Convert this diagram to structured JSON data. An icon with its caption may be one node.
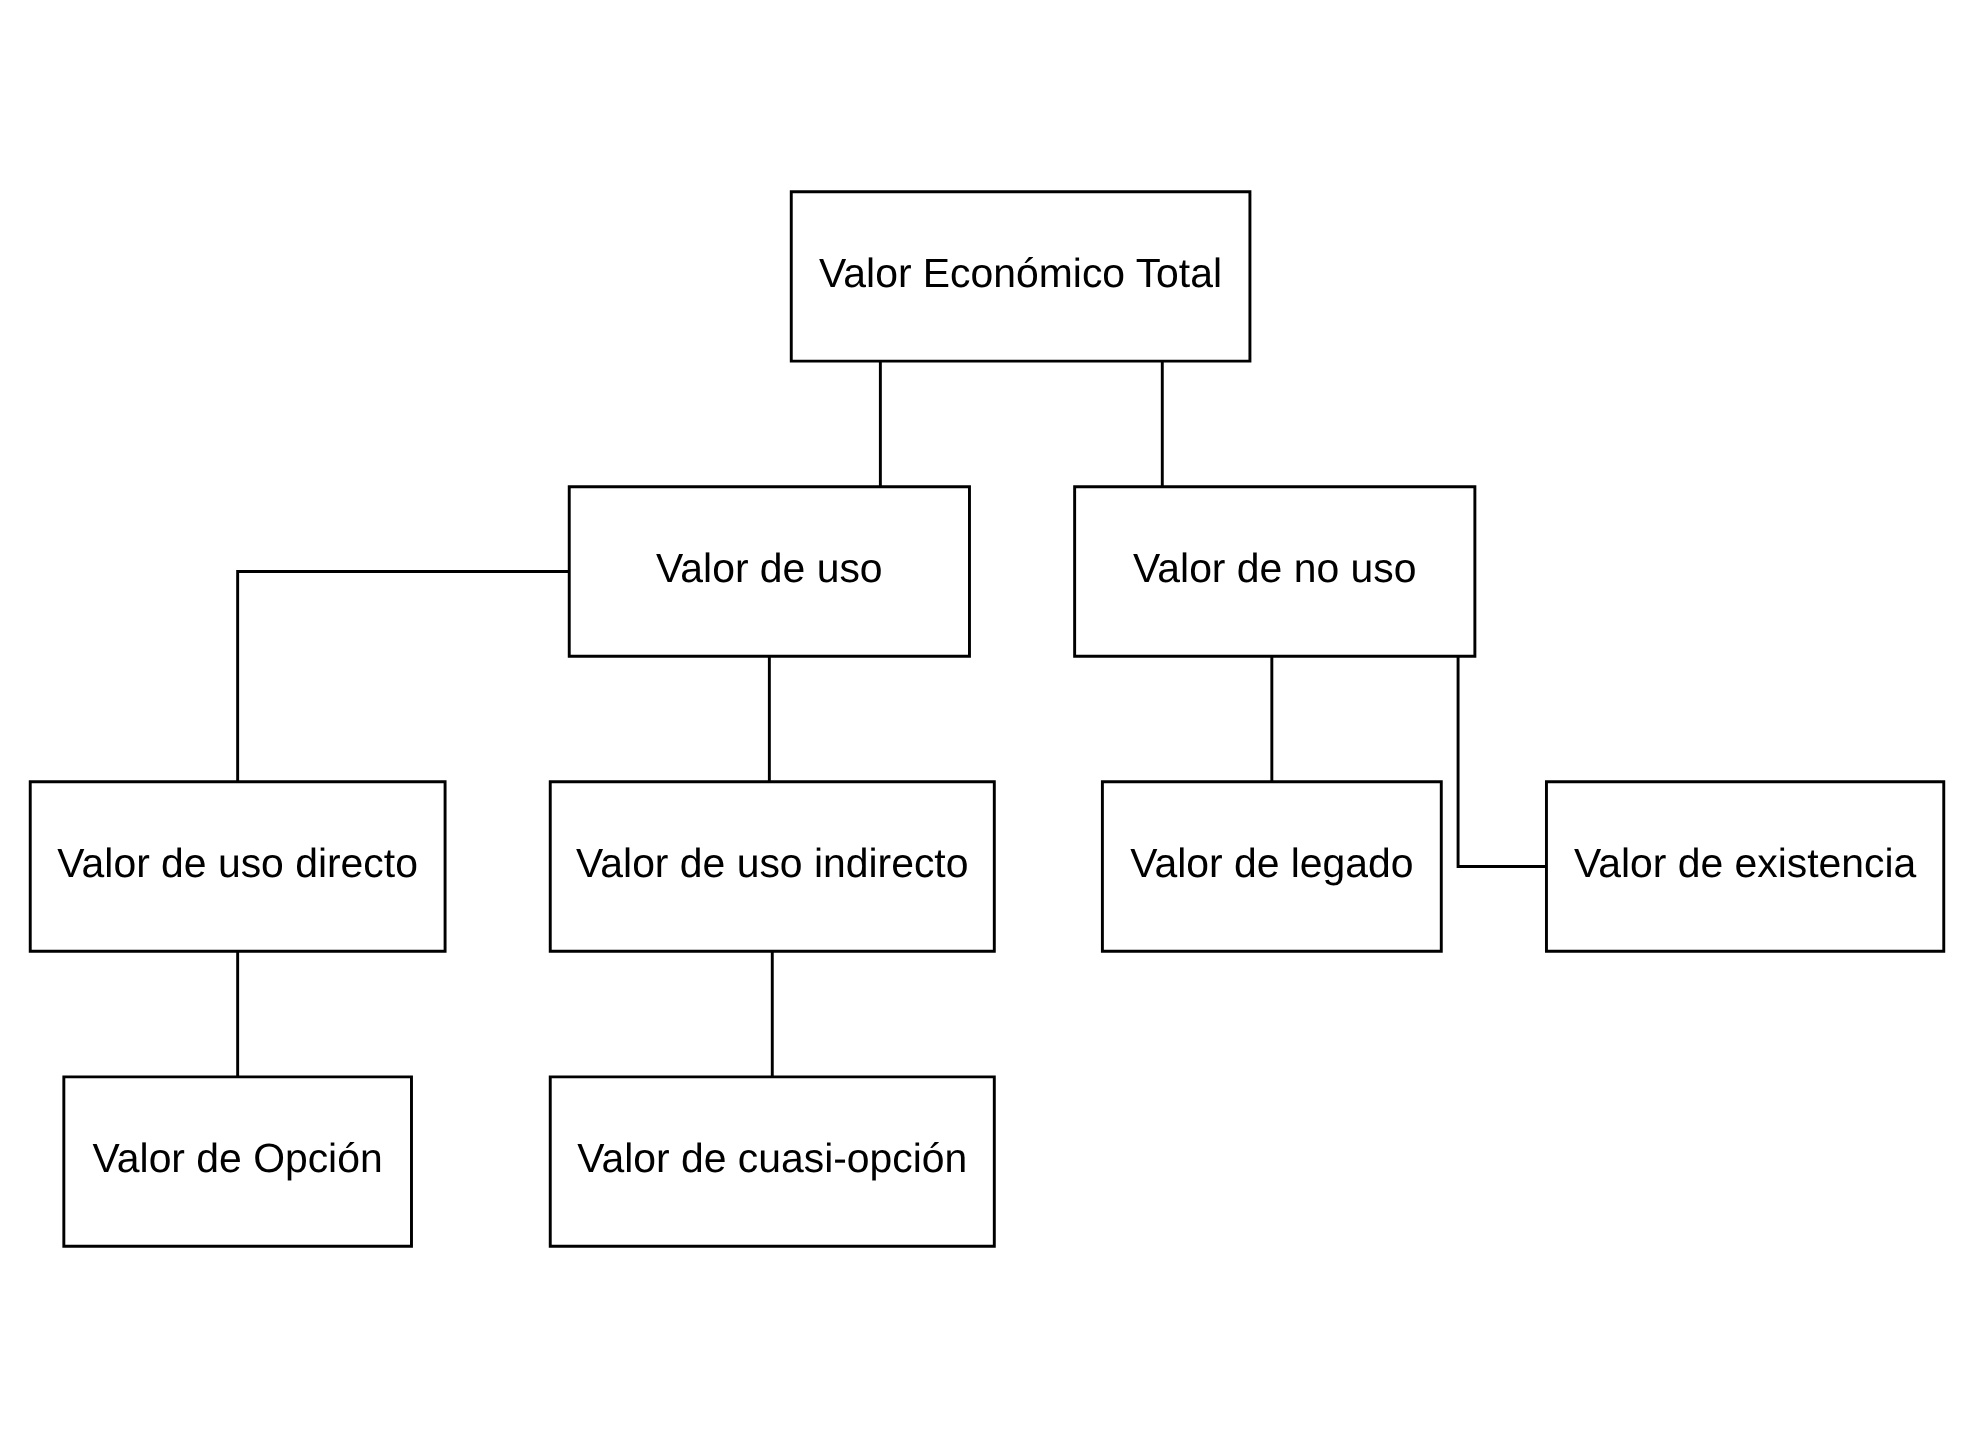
{
  "diagram": {
    "nodes": [
      {
        "text": [
          "Valor Económico Total"
        ]
      },
      {
        "text": [
          "Valor de uso"
        ]
      },
      {
        "text": [
          "Valor de no uso"
        ]
      },
      {
        "text": [
          "Valor de uso directo"
        ]
      },
      {
        "text": [
          "Valor de uso indirecto"
        ]
      },
      {
        "text": [
          "Valor de legado"
        ]
      },
      {
        "text": [
          "Valor de existencia"
        ]
      },
      {
        "text": [
          "Valor de Opción"
        ]
      },
      {
        "text": [
          "Valor de cuasi-opción"
        ]
      }
    ],
    "edges": [
      {
        "from": 0,
        "to": 1,
        "arrow": "none"
      },
      {
        "from": 0,
        "to": 2,
        "arrow": "none"
      },
      {
        "from": 1,
        "to": 3,
        "arrow": "none"
      },
      {
        "from": 1,
        "to": 4,
        "arrow": "none"
      },
      {
        "from": 2,
        "to": 5,
        "arrow": "none"
      },
      {
        "from": 2,
        "to": 6,
        "arrow": "none"
      },
      {
        "from": 3,
        "to": 7,
        "arrow": "none"
      },
      {
        "from": 4,
        "to": 8,
        "arrow": "none"
      }
    ]
  }
}
